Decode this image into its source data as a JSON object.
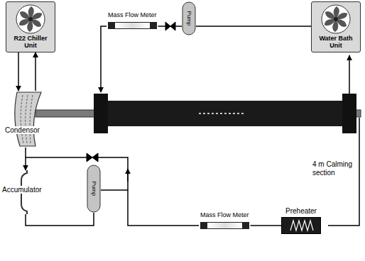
{
  "diagram": {
    "nodes": [
      {
        "text": [
          "R22 Chiller Unit"
        ]
      },
      {
        "text": [
          "Mass Flow Meter"
        ]
      },
      {
        "text": [
          "Pump"
        ]
      },
      {
        "text": [
          "Water Bath Unit"
        ]
      },
      {
        "text": [
          "Condensor"
        ]
      },
      {
        "text": [
          "Accumulator"
        ]
      },
      {
        "text": [
          "Pump"
        ]
      },
      {
        "text": [
          "Mass Flow Meter"
        ]
      },
      {
        "text": [
          "Preheater"
        ]
      }
    ],
    "edges": [
      {
        "from": 0,
        "to": 4,
        "arrow": "to"
      },
      {
        "from": 4,
        "to": 0,
        "arrow": "to"
      },
      {
        "from": 3,
        "to": 2,
        "arrow": "none"
      },
      {
        "from": 2,
        "to": 1,
        "arrow": "none"
      },
      {
        "from": 4,
        "to": 5,
        "arrow": "to"
      },
      {
        "from": 5,
        "to": 6,
        "arrow": "none"
      },
      {
        "from": 6,
        "to": 7,
        "arrow": "none"
      },
      {
        "from": 7,
        "to": 8,
        "arrow": "none"
      }
    ],
    "labels": [
      "4 m Calming section"
    ]
  }
}
